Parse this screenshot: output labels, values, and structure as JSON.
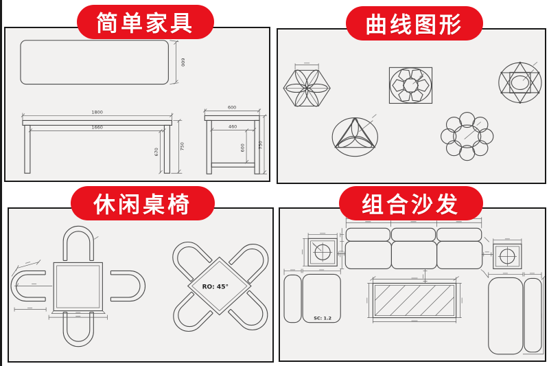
{
  "colors": {
    "banner_red": "#e8121d",
    "panel_background": "#f2f1f0",
    "panel_border": "#191919",
    "drawing_line": "#4a4a4a"
  },
  "panels": {
    "simple_furniture": {
      "title": "简单家具",
      "dims": {
        "bench_depth": "600",
        "table_width": "1800",
        "table_inner_width": "1660",
        "leg_height": "670",
        "table_height": "750",
        "side_width": "600",
        "side_inner_width": "460",
        "side_inner_height": "600",
        "side_height": "750"
      }
    },
    "curve_shapes": {
      "title": "曲线图形"
    },
    "leisure_set": {
      "title": "休闲桌椅",
      "rotation_label": "RO: 45°"
    },
    "sofa_set": {
      "title": "组合沙发",
      "scale_label": "SC: 1.2"
    }
  }
}
